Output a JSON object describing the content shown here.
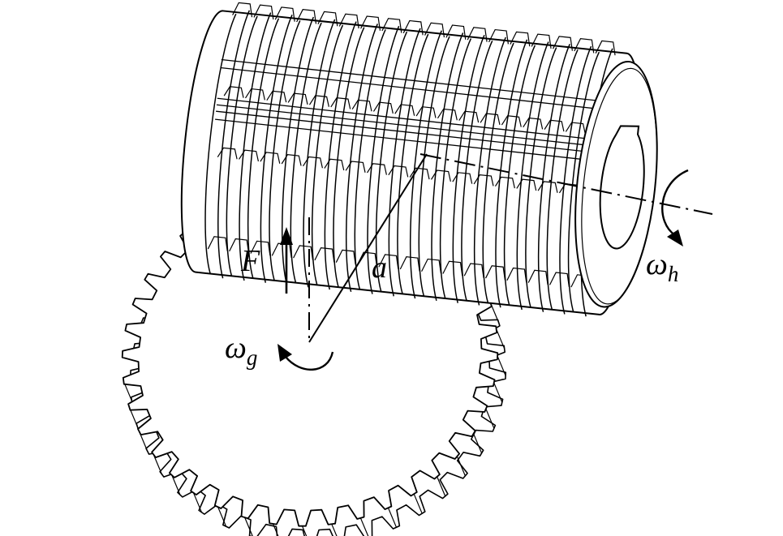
{
  "labels": {
    "force": "F",
    "center_distance": "a",
    "gear_omega": "ω",
    "gear_omega_sub": "g",
    "hob_omega": "ω",
    "hob_omega_sub": "h"
  },
  "colors": {
    "stroke": "#000000",
    "fill": "#ffffff"
  },
  "hob": {
    "tooth_count": 18
  },
  "gear": {
    "tooth_count": 40
  }
}
